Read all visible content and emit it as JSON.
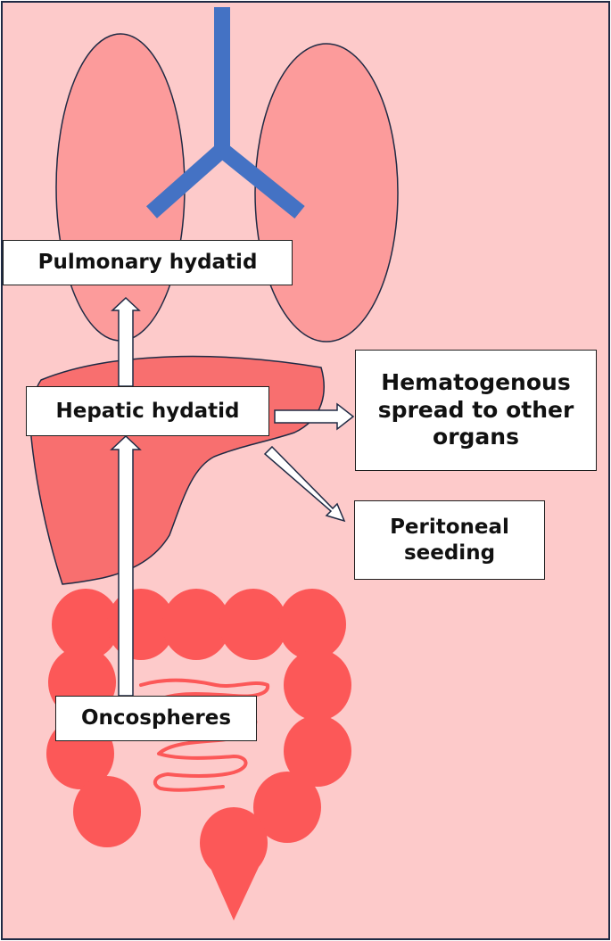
{
  "colors": {
    "background": "#fdcaca",
    "lung_fill": "#fc9b9b",
    "trachea": "#4472c4",
    "liver_fill": "#f86f6f",
    "intestine_fill": "#fc5858",
    "arrow_fill": "#ffffff",
    "outline": "#1f2a44"
  },
  "icons": {
    "lungs": "lungs-illustration",
    "trachea": "trachea-icon",
    "liver": "liver-illustration",
    "intestines": "intestines-illustration"
  },
  "labels": {
    "pulmonary": "Pulmonary hydatid",
    "hepatic": "Hepatic hydatid",
    "hematogenous": "Hematogenous spread to other organs",
    "peritoneal": "Peritoneal seeding",
    "oncospheres": "Oncospheres"
  }
}
